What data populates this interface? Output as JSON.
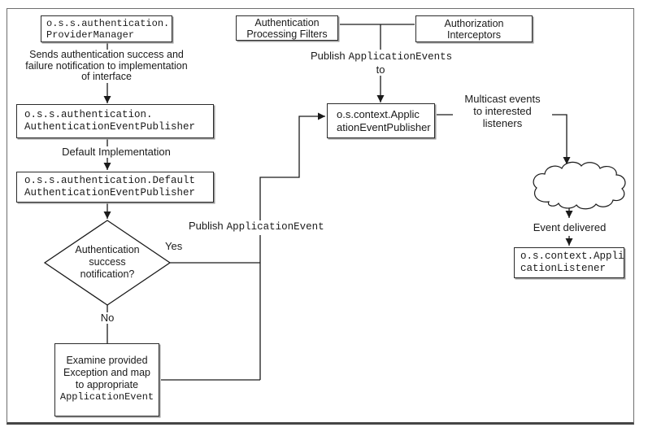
{
  "boxes": {
    "provider_manager": {
      "line1": "o.s.s.authentication.",
      "line2": "ProviderManager"
    },
    "auth_event_publisher": {
      "line1": "o.s.s.authentication.",
      "line2": "AuthenticationEventPublisher"
    },
    "default_publisher": {
      "line1": "o.s.s.authentication.Default",
      "line2": "AuthenticationEventPublisher"
    },
    "examine": {
      "line1": "Examine provided",
      "line2": "Exception and map",
      "line3": "to appropriate",
      "code_line": "ApplicationEvent"
    },
    "processing_filters": {
      "line1": "Authentication",
      "line2": "Processing Filters"
    },
    "interceptors": {
      "line1": "Authorization",
      "line2": "Interceptors"
    },
    "app_event_publisher": {
      "line1": "o.s.context.Applic",
      "line2": "ationEventPublisher"
    },
    "app_listener": {
      "line1": "o.s.context.Appli",
      "line2": "cationListener"
    }
  },
  "decision": {
    "line1": "Authentication",
    "line2": "success",
    "line3": "notification?"
  },
  "labels": {
    "sends_note_1": "Sends authentication success and",
    "sends_note_2": "failure notification to implementation",
    "sends_note_3": "of interface",
    "default_impl": "Default Implementation",
    "yes": "Yes",
    "no": "No",
    "publish_event_prefix": "Publish",
    "publish_event_code": "ApplicationEvent",
    "publish_events_prefix": "Publish",
    "publish_events_code": "ApplicationEvents",
    "publish_events_suffix": "to",
    "multicast_1": "Multicast events",
    "multicast_2": "to interested",
    "multicast_3": "listeners",
    "event_delivered": "Event delivered"
  },
  "colors": {
    "line": "#1a1a1a",
    "box_border": "#2b2b2b",
    "box_shadow": "#9a9a9a",
    "frame_border": "#6e6e6e",
    "background": "#ffffff",
    "text": "#1a1a1a"
  }
}
